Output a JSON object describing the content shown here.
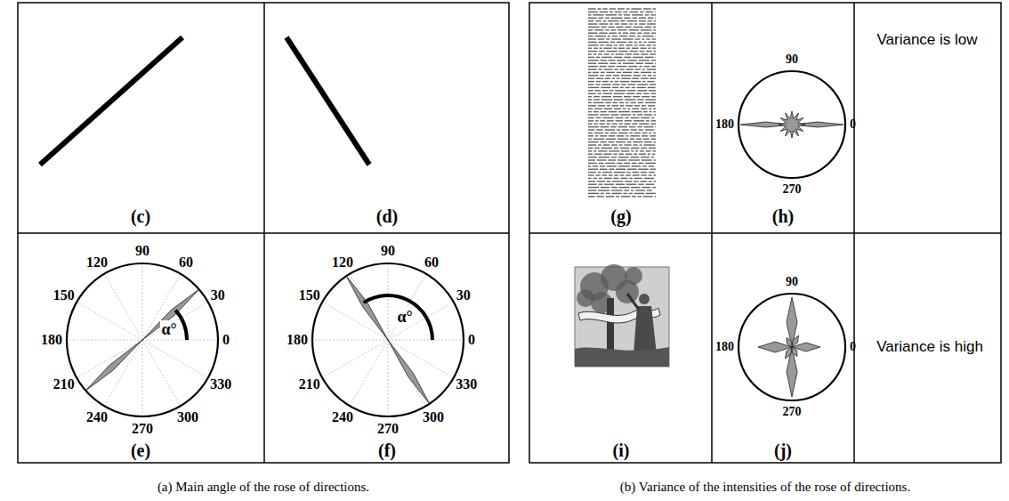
{
  "diagram": {
    "labels": [
      "(c)",
      "(d)",
      "120",
      "90",
      "60",
      "30",
      "150",
      "180",
      "0",
      "210",
      "330",
      "240",
      "270",
      "300",
      "α°",
      "(e)",
      "120",
      "90",
      "60",
      "30",
      "150",
      "180",
      "0",
      "210",
      "330",
      "240",
      "270",
      "300",
      "α°",
      "(f)",
      "(a) Main angle of the rose of directions.",
      "(g)",
      "90",
      "180",
      "0",
      "270",
      "(h)",
      "Variance is low",
      "(i)",
      "90",
      "180",
      "0",
      "270",
      "(j)",
      "Variance is high",
      "(b) Variance of the intensities of the rose of directions."
    ]
  }
}
